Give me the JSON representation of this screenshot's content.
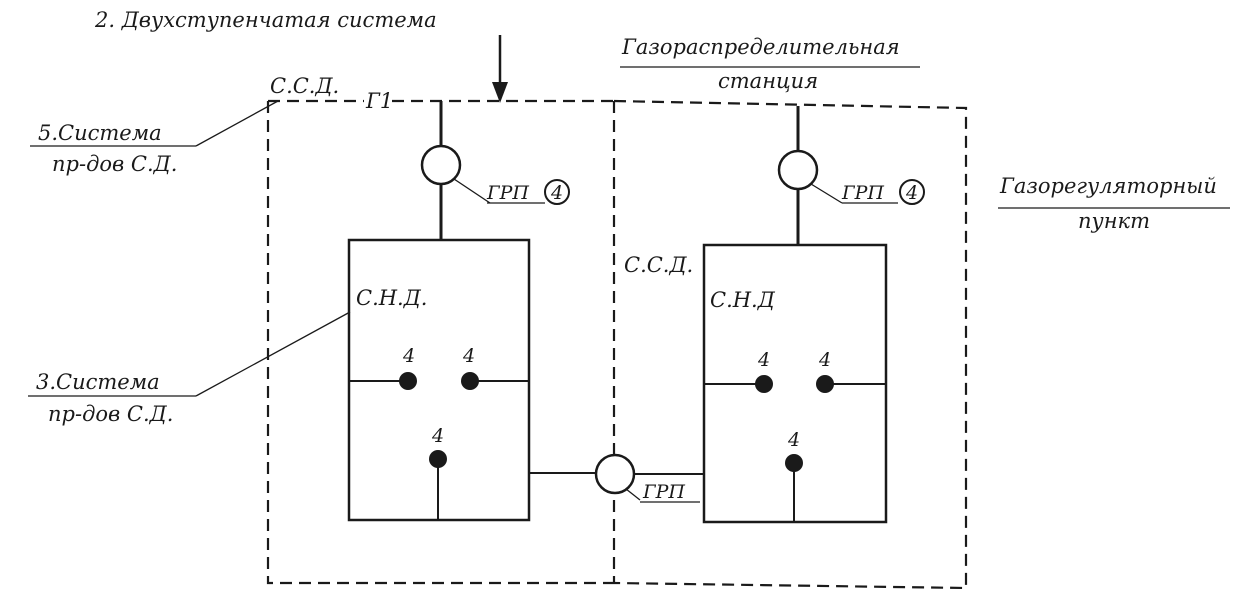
{
  "title": "2. Двухступенчатая система",
  "labels": {
    "ssd_left": "С.С.Д.",
    "g1": "Г1",
    "gds_line1": "Газораспределительная",
    "gds_line2": "станция",
    "grp_unit_line1": "Газорегуляторный",
    "grp_unit_line2": "пункт",
    "system5_line1": "5.Система",
    "system5_line2": "пр-дов С.Д.",
    "system3_line1": "3.Система",
    "system3_line2": "пр-дов С.Д.",
    "snd_left": "С.Н.Д.",
    "snd_right": "С.Н.Д",
    "ssd_right": "С.С.Д.",
    "grp": "ГРП",
    "grp_circled_num": "4",
    "consumer_num": "4"
  },
  "colors": {
    "ink": "#1a1a1a",
    "background": "#ffffff"
  }
}
